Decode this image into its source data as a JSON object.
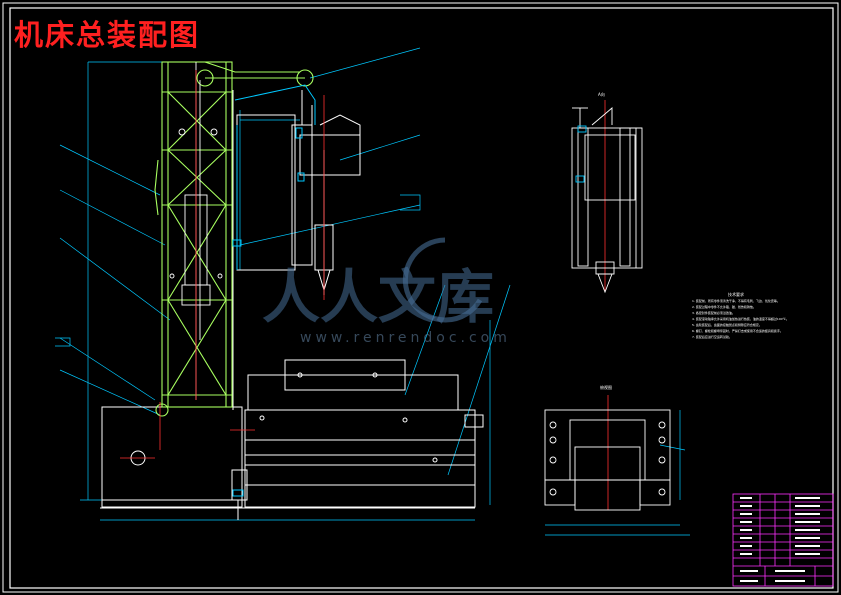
{
  "drawing": {
    "title": "机床总装配图",
    "watermark_text": "人人文库",
    "watermark_url": "www.renrendoc.com",
    "view_labels": {
      "side_view": "A向",
      "bottom_view": "俯视图",
      "tech_req_title": "技术要求"
    },
    "tech_notes": [
      "1. 装配前，所有零件须清洗干净，不得有毛刺、飞边、氧化皮等。",
      "2. 装配过程中零件不允许磕、碰、划伤和锈蚀。",
      "3. 各密封件装配前必须浸透油。",
      "4. 装配滚动轴承允许采用机油加热进行热装，油的温度不得超过100℃。",
      "5. 齿轮装配后，齿面的接触斑点和侧隙应符合规定。",
      "6. 螺钉、螺栓和螺母紧固时，严禁打击或使用不合适的旋具和扳手。",
      "7. 装配后应进行空运转试验。"
    ],
    "colors": {
      "background": "#000000",
      "title": "#ff2020",
      "frame": "#ffffff",
      "structure": "#ffffff",
      "frame_truss": "#a8ff60",
      "cyan_lines": "#00c8ff",
      "table_border": "#ff30ff"
    }
  }
}
